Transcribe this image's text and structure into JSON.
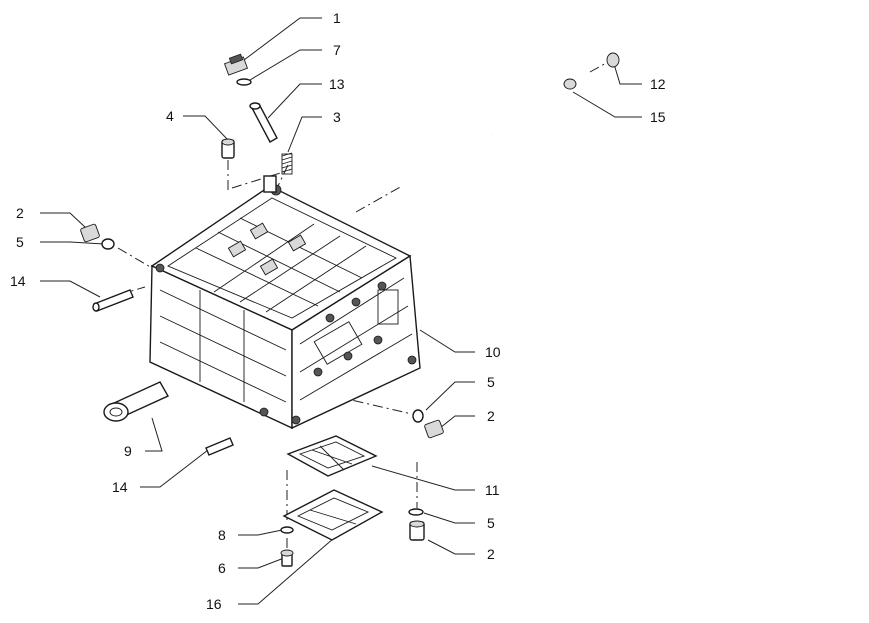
{
  "callouts": [
    {
      "id": "c1",
      "label": "1"
    },
    {
      "id": "c7",
      "label": "7"
    },
    {
      "id": "c13",
      "label": "13"
    },
    {
      "id": "c4",
      "label": "4"
    },
    {
      "id": "c3",
      "label": "3"
    },
    {
      "id": "c2a",
      "label": "2"
    },
    {
      "id": "c5a",
      "label": "5"
    },
    {
      "id": "c14a",
      "label": "14"
    },
    {
      "id": "c12",
      "label": "12"
    },
    {
      "id": "c15",
      "label": "15"
    },
    {
      "id": "c10",
      "label": "10"
    },
    {
      "id": "c5b",
      "label": "5"
    },
    {
      "id": "c2b",
      "label": "2"
    },
    {
      "id": "c9",
      "label": "9"
    },
    {
      "id": "c14b",
      "label": "14"
    },
    {
      "id": "c11",
      "label": "11"
    },
    {
      "id": "c5c",
      "label": "5"
    },
    {
      "id": "c8",
      "label": "8"
    },
    {
      "id": "c2c",
      "label": "2"
    },
    {
      "id": "c6",
      "label": "6"
    },
    {
      "id": "c16",
      "label": "16"
    }
  ]
}
